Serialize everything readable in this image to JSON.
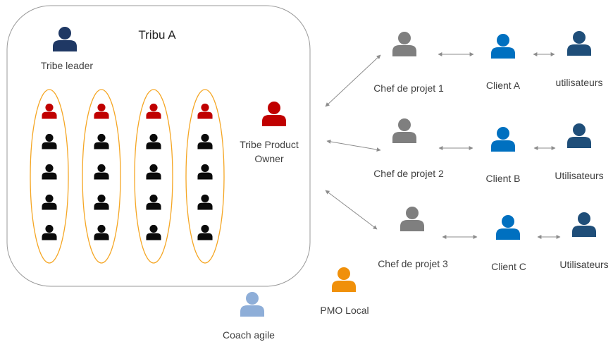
{
  "tribe": {
    "title": "Tribu A",
    "leader_label": "Tribe leader",
    "product_owner_label_line1": "Tribe Product",
    "product_owner_label_line2": "Owner",
    "squad_count": 4,
    "members_per_squad": 5,
    "squad_lead_color": "#c00000",
    "member_color": "#0a0a0a",
    "squad_outline_color": "#f5a623"
  },
  "outside": {
    "pmo_label": "PMO Local",
    "coach_label": "Coach agile"
  },
  "chains": [
    {
      "manager": "Chef de projet 1",
      "client": "Client A",
      "users": "utilisateurs"
    },
    {
      "manager": "Chef de projet 2",
      "client": "Client B",
      "users": "Utilisateurs"
    },
    {
      "manager": "Chef de projet 3",
      "client": "Client C",
      "users": "Utilisateurs"
    }
  ],
  "colors": {
    "tribe_leader": "#1f3864",
    "product_owner": "#c00000",
    "project_manager": "#7f7f7f",
    "client": "#0070c0",
    "users": "#1f4e79",
    "pmo": "#f0900a",
    "coach": "#8eaed8",
    "connector": "#8c8c8c",
    "tribe_frame": "#9a9a9a"
  }
}
